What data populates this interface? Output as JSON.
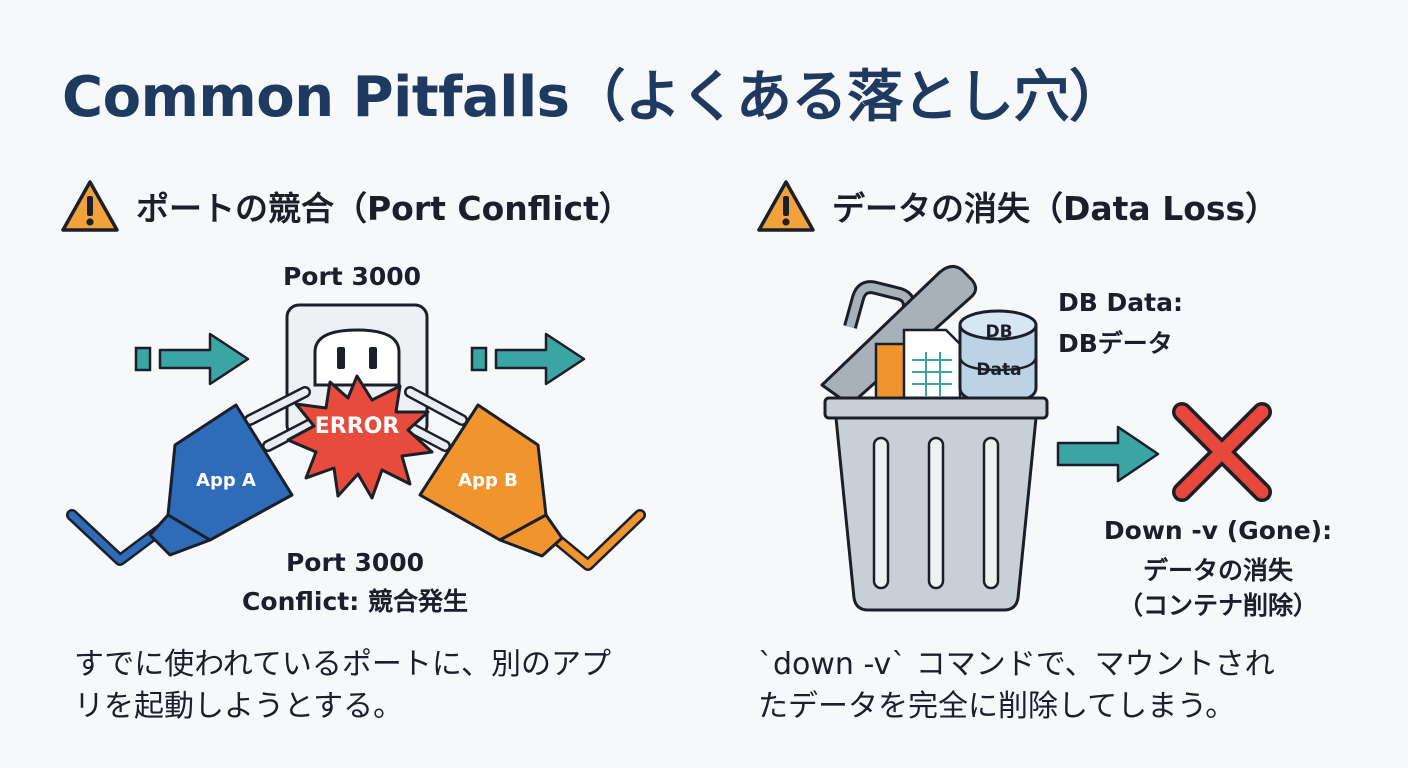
{
  "title": "Common Pitfalls（よくある落とし穴）",
  "left": {
    "heading": "ポートの競合（Port Conflict）",
    "port_top_label": "Port 3000",
    "error_label": "ERROR",
    "plug_a_label": "App A",
    "plug_b_label": "App B",
    "conflict_line1": "Port 3000",
    "conflict_line2": "Conflict: 競合発生",
    "description_line1": "すでに使われているポートに、別のアプ",
    "description_line2": "リを起動しようとする。"
  },
  "right": {
    "heading": "データの消失（Data Loss）",
    "db_label_top": "DB",
    "db_label_bottom": "Data",
    "db_caption_line1": "DB Data:",
    "db_caption_line2": "DBデータ",
    "gone_line1": "Down -v (Gone):",
    "gone_line2": "データの消失",
    "gone_line3": "（コンテナ削除）",
    "description_line1": "`down -v` コマンドで、マウントされ",
    "description_line2": "たデータを完全に削除してしまう。"
  },
  "colors": {
    "title": "#1f3a60",
    "warning": "#f2a23a",
    "teal": "#3aa5a3",
    "plug_a": "#2e6bb8",
    "plug_b": "#f0952e",
    "error": "#e64b3c",
    "cross": "#e8473c",
    "trash": "#c9cfd6"
  },
  "icons": [
    "warning-icon",
    "arrow-right-icon",
    "power-outlet-icon",
    "plug-icon",
    "trash-can-icon",
    "database-icon",
    "document-icon",
    "cross-icon"
  ]
}
